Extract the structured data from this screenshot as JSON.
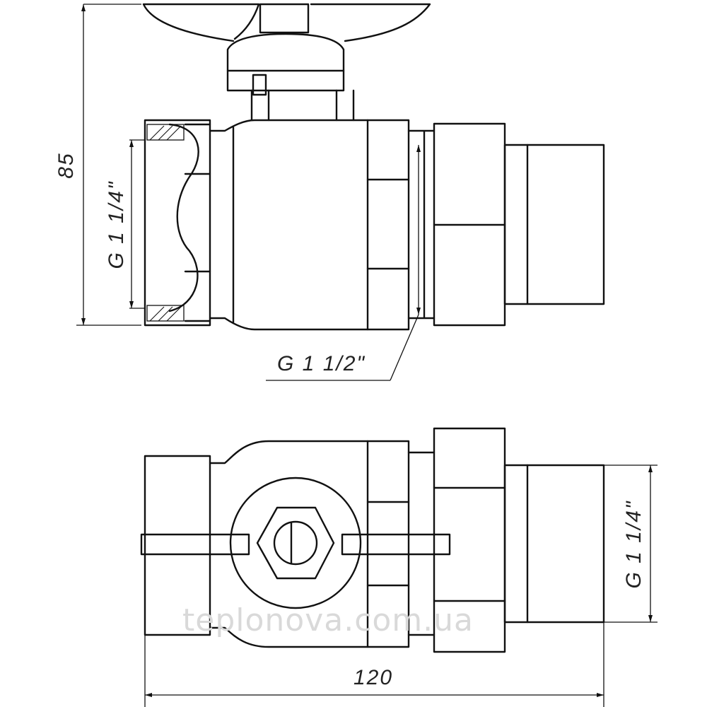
{
  "dimensions": {
    "height": "85",
    "length": "120",
    "thread_inlet": "G 1 1/4\"",
    "thread_outlet": "G 1 1/4\"",
    "thread_union": "G 1 1/2\""
  },
  "watermark": "teplonova.com.ua"
}
